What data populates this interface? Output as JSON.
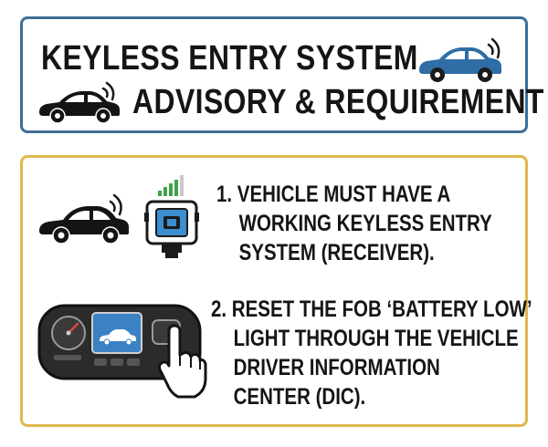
{
  "header": {
    "title_line_1": "KEYLESS ENTRY SYSTEM",
    "title_line_2": "ADVISORY & REQUIREMENT"
  },
  "requirements": [
    {
      "lines": [
        "1. VEHICLE MUST HAVE A",
        "WORKING KEYLESS ENTRY",
        "SYSTEM (RECEIVER)."
      ]
    },
    {
      "lines": [
        "2. RESET THE FOB ‘BATTERY LOW’",
        "LIGHT THROUGH THE VEHICLE",
        "DRIVER INFORMATION",
        "CENTER (DIC)."
      ]
    }
  ],
  "icons": {
    "header_left": "car-wireless-icon",
    "header_right": "car-wireless-icon",
    "req1_car": "car-wireless-icon",
    "req1_receiver": "receiver-module-icon",
    "req2_dash": "dashboard-dic-icon",
    "req2_hand": "pointing-hand-icon"
  },
  "colors": {
    "header_border": "#3d6f9a",
    "body_border": "#e0b84d",
    "header_car_right": "#2f6da6",
    "receiver_blue": "#3b8fd0",
    "signal_green": "#3fa34d",
    "dic_screen": "#3b82c4"
  }
}
